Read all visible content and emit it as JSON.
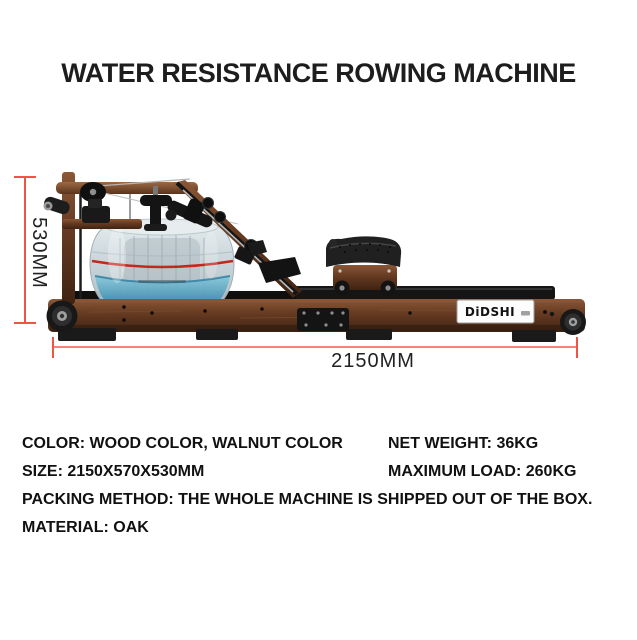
{
  "title": "WATER RESISTANCE ROWING MACHINE",
  "dimensions": {
    "height_label": "530MM",
    "length_label": "2150MM",
    "line_color": "#f15444"
  },
  "machine": {
    "brand_label": "DiDSHI",
    "colors": {
      "wood": "#653a21",
      "frame_black": "#161616",
      "tank_glass": "#c3d0d5",
      "water_blue": "#2c7ea4",
      "tank_ring_red": "#c4271d"
    }
  },
  "specs": {
    "color": "COLOR: WOOD COLOR, WALNUT COLOR",
    "net_weight": "NET WEIGHT: 36KG",
    "size": "SIZE: 2150X570X530MM",
    "maximum_load": "MAXIMUM LOAD: 260KG",
    "packing_method": "PACKING METHOD: THE WHOLE MACHINE IS SHIPPED OUT OF THE BOX.",
    "material": "MATERIAL: OAK"
  }
}
